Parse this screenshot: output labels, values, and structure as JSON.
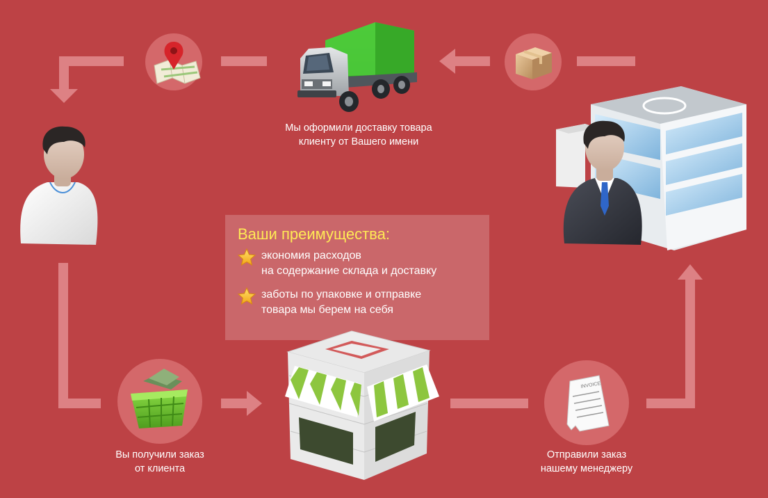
{
  "captions": {
    "delivery": [
      "Мы оформили доставку товара",
      "клиенту от Вашего имени"
    ],
    "received": [
      "Вы получили заказ",
      "от клиента"
    ],
    "sent": [
      "Отправили заказ",
      "нашему менеджеру"
    ]
  },
  "benefits": {
    "title": "Ваши преимущества:",
    "items": [
      [
        "экономия расходов",
        "на содержание склада и доставку"
      ],
      [
        "заботы по упаковке и отправке",
        "товара мы берем на себя"
      ]
    ]
  },
  "invoice_text": "INVOICE",
  "colors": {
    "background": "#bd4245",
    "arrow": "#dd8184",
    "circle": "#d4686a",
    "title": "#ffea55",
    "truck_cargo": "#3fbd2f",
    "basket": "#6ac232"
  }
}
